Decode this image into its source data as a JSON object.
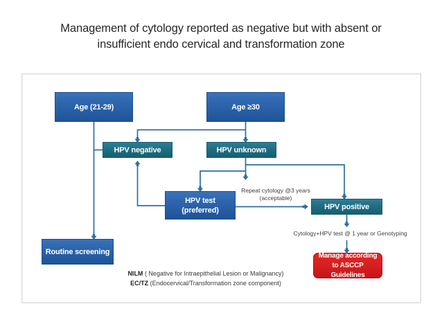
{
  "title": {
    "line1": "Management of cytology reported as negative but with absent or",
    "line2": "insufficient endo cervical and transformation zone"
  },
  "colors": {
    "blue_box": "#2e66ae",
    "teal_box": "#206e84",
    "red_box": "#d8201f",
    "connector": "#2e6da4",
    "frame_border": "#d9d9d9",
    "text_dark": "#262626",
    "text_on_box": "#ffffff"
  },
  "diagram": {
    "type": "flowchart",
    "nodes": [
      {
        "id": "age-21-29",
        "label": "Age (21-29)",
        "style": "blue"
      },
      {
        "id": "age-30",
        "label": "Age ≥30",
        "style": "blue"
      },
      {
        "id": "hpv-negative",
        "label": "HPV negative",
        "style": "teal"
      },
      {
        "id": "hpv-unknown",
        "label": "HPV unknown",
        "style": "teal"
      },
      {
        "id": "hpv-test",
        "label_line1": "HPV test",
        "label_line2": "(preferred)",
        "style": "blue"
      },
      {
        "id": "hpv-positive",
        "label": "HPV positive",
        "style": "teal"
      },
      {
        "id": "routine-screening",
        "label": "Routine screening",
        "style": "blue"
      },
      {
        "id": "manage-asccp",
        "label_line1": "Manage according",
        "label_line2": "to ASCCP Guidelines",
        "style": "red"
      }
    ],
    "edge_labels": {
      "repeat_cytology_line1": "Repeat cytology @3 years",
      "repeat_cytology_line2": "(acceptable)",
      "cytology_hpv_one_year": "Cytology+HPV test @ 1 year or Genotyping"
    },
    "edges": [
      {
        "from": "age-21-29",
        "to": "hpv-negative"
      },
      {
        "from": "age-21-29",
        "to": "routine-screening"
      },
      {
        "from": "age-30",
        "to": "hpv-negative"
      },
      {
        "from": "age-30",
        "to": "hpv-unknown"
      },
      {
        "from": "hpv-unknown",
        "to": "hpv-test"
      },
      {
        "from": "hpv-unknown",
        "to": "hpv-positive"
      },
      {
        "from": "hpv-test",
        "to": "hpv-negative"
      },
      {
        "from": "hpv-test",
        "to": "hpv-positive",
        "label": "Repeat cytology @3 years (acceptable)"
      },
      {
        "from": "hpv-positive",
        "to": "manage-asccp",
        "label": "Cytology+HPV test @ 1 year or Genotyping"
      }
    ]
  },
  "legend": {
    "row1_term": "NILM",
    "row1_text": " ( Negative for Intraepithelial Lesion or Malignancy)",
    "row2_term": "EC/TZ",
    "row2_text": " (Endocervical/Transformation zone component)"
  }
}
